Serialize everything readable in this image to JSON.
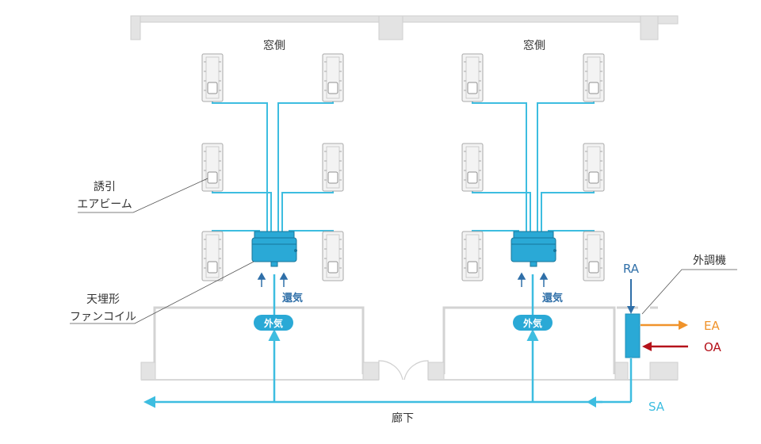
{
  "labels": {
    "window_side_left": "窓側",
    "window_side_right": "窓側",
    "induced_air_beam_line1": "誘引",
    "induced_air_beam_line2": "エアビーム",
    "ceiling_fan_coil_line1": "天埋形",
    "ceiling_fan_coil_line2": "ファンコイル",
    "return_air_left": "還気",
    "return_air_right": "還気",
    "outside_air_left": "外気",
    "outside_air_right": "外気",
    "outdoor_unit": "外調機",
    "ra": "RA",
    "ea": "EA",
    "oa": "OA",
    "sa": "SA",
    "corridor": "廊下"
  },
  "colors": {
    "duct": "#3dbde0",
    "unit": "#2aa9d6",
    "arrow_blue": "#2f6fa8",
    "ea": "#f0932b",
    "oa": "#b5121b",
    "text_blue": "#2f6fa8",
    "wall": "#d6d6d6",
    "beam_fill": "#f2f2f2",
    "beam_stroke": "#a7a7a7"
  }
}
